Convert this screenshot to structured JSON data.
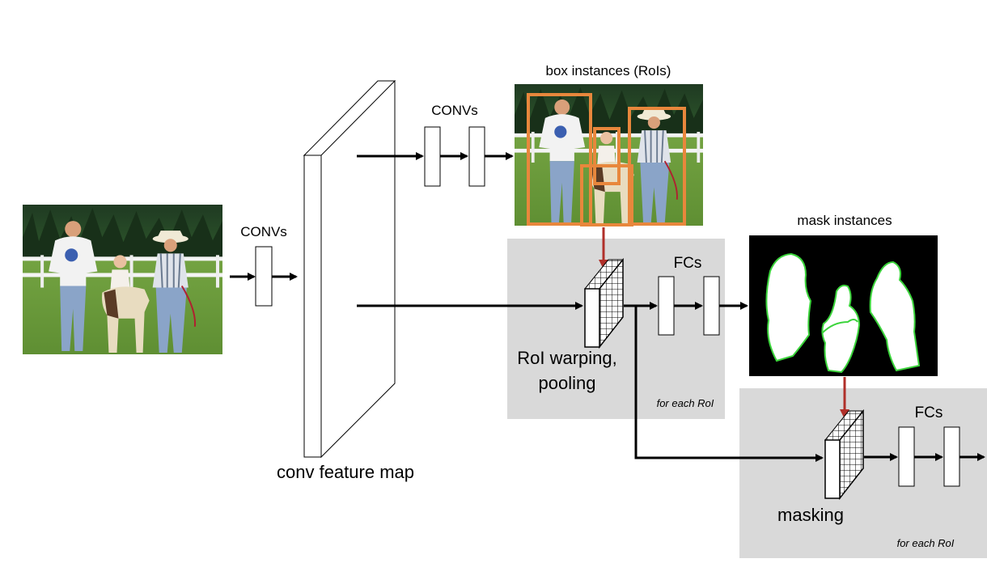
{
  "labels": {
    "convs_input": "CONVs",
    "convs_top": "CONVs",
    "feature_map": "conv feature map",
    "box_instances": "box instances (RoIs)",
    "mask_instances": "mask instances",
    "fcs_1": "FCs",
    "fcs_2": "FCs",
    "roi_warping_line1": "RoI warping,",
    "roi_warping_line2": "pooling",
    "masking": "masking",
    "for_each_roi_1": "for each RoI",
    "for_each_roi_2": "for each RoI"
  },
  "colors": {
    "panel": "#d9d9d9",
    "box_outline": "#e8873c",
    "red_arrow": "#b0302a",
    "mask_fill": "#ffffff",
    "mask_edge": "#3bd43b",
    "mask_bg": "#000000"
  },
  "icons": {
    "input_photo": "photo-people-pony-icon",
    "rois_photo": "photo-with-boxes-icon",
    "mask_image": "mask-silhouettes-icon",
    "grid": "grid-cube-icon"
  }
}
